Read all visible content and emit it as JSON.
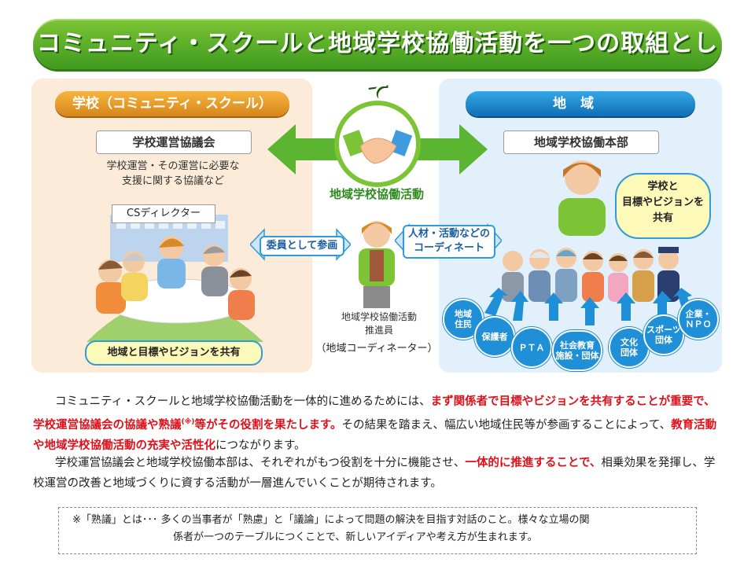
{
  "title": "コミュニティ・スクールと地域学校協働活動を一つの取組として",
  "school": {
    "tag": "学校（コミュニティ・スクール）",
    "council": "学校運営協議会",
    "council_desc_1": "学校運営・その運営に必要な",
    "council_desc_2": "支援に関する協議など",
    "cs_director": "CSディレクター",
    "share": "地域と目標やビジョンを共有"
  },
  "center": {
    "activity": "地域学校協働活動",
    "member_tag": "委員として参画",
    "coord_tag_1": "人材・活動などの",
    "coord_tag_2": "コーディネート",
    "promoter_1": "地域学校協働活動",
    "promoter_2": "推進員",
    "coordinator": "（地域コーディネーター）"
  },
  "region": {
    "tag": "地域",
    "honbu": "地域学校協働本部",
    "share_1": "学校と",
    "share_2": "目標やビジョンを",
    "share_3": "共有",
    "groups": [
      {
        "l1": "地域",
        "l2": "住民"
      },
      {
        "l1": "保護者",
        "l2": ""
      },
      {
        "l1": "ＰＴＡ",
        "l2": ""
      },
      {
        "l1": "社会教育",
        "l2": "施設・団体"
      },
      {
        "l1": "文化",
        "l2": "団体"
      },
      {
        "l1": "スポーツ",
        "l2": "団体"
      },
      {
        "l1": "企業・",
        "l2": "ＮＰＯ"
      }
    ]
  },
  "body": {
    "p1_a": "コミュニティ・スクールと地域学校協働活動を一体的に進めるためには、",
    "p1_b": "まず関係者で目標やビジョンを共有することが重要で、学校運営協議会の協議や熟議",
    "p1_sup": "(※)",
    "p1_c": "等がその役割を果たします。",
    "p1_d": "その結果を踏まえ、幅広い地域住民等が参画することによって、",
    "p1_e": "教育活動や地域学校協働活動の充実や活性化",
    "p1_f": "につながります。",
    "p2_a": "学校運営協議会と地域学校協働本部は、それぞれがもつ役割を十分に機能させ、",
    "p2_b": "一体的に推進することで、",
    "p2_c": "相乗効果を発揮し、学校運営の改善と地域づくりに資する活動が一層進んでいくことが期待されます。"
  },
  "note": {
    "line1": "※「熟議」とは･･･ 多くの当事者が「熟慮」と「議論」によって問題の解決を目指す対話のこと。様々な立場の関",
    "line2": "係者が一つのテーブルにつくことで、新しいアイディアや考え方が生まれます。"
  }
}
